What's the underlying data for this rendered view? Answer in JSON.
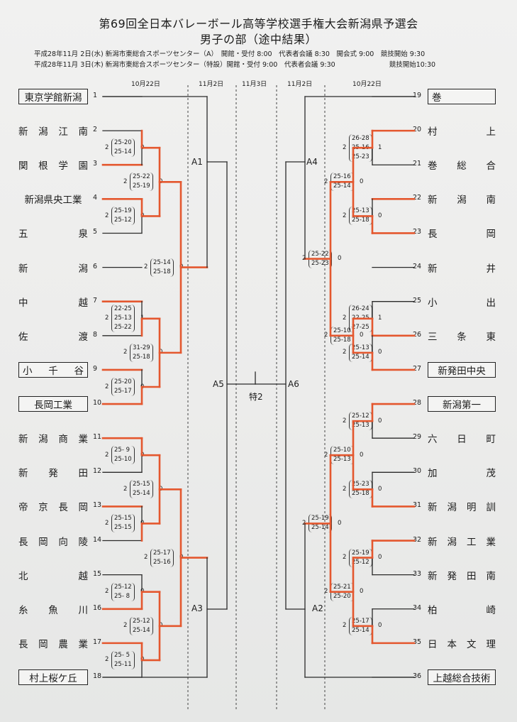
{
  "header": {
    "title_line1": "第69回全日本バレーボール高等学校選手権大会新潟県予選会",
    "title_line2": "男子の部（途中結果）",
    "info_line1": "平成28年11月 2日(水) 新潟市東総合スポーツセンター（A）　開館・受付 8:00　代表者会議 8:30　開会式 9:00　競技開始 9:30",
    "info_line2": "平成28年11月 3日(木) 新潟市東総合スポーツセンター（特設）開館・受付 9:00　代表者会議 9:30　　　　　　　　競技開始10:30"
  },
  "date_headers": [
    "10月22日",
    "11月2日",
    "11月3日",
    "11月2日",
    "10月22日"
  ],
  "left_teams": [
    {
      "seed": "1",
      "name": "東京学館新潟",
      "boxed": true
    },
    {
      "seed": "2",
      "name": "新潟江南",
      "boxed": false
    },
    {
      "seed": "3",
      "name": "関根学園",
      "boxed": false
    },
    {
      "seed": "4",
      "name": "新潟県央工業",
      "boxed": false
    },
    {
      "seed": "5",
      "name": "五泉",
      "boxed": false
    },
    {
      "seed": "6",
      "name": "新潟",
      "boxed": false
    },
    {
      "seed": "7",
      "name": "中越",
      "boxed": false
    },
    {
      "seed": "8",
      "name": "佐渡",
      "boxed": false
    },
    {
      "seed": "9",
      "name": "小千谷",
      "boxed": true
    },
    {
      "seed": "10",
      "name": "長岡工業",
      "boxed": true
    },
    {
      "seed": "11",
      "name": "新潟商業",
      "boxed": false
    },
    {
      "seed": "12",
      "name": "新発田",
      "boxed": false
    },
    {
      "seed": "13",
      "name": "帝京長岡",
      "boxed": false
    },
    {
      "seed": "14",
      "name": "長岡向陵",
      "boxed": false
    },
    {
      "seed": "15",
      "name": "北越",
      "boxed": false
    },
    {
      "seed": "16",
      "name": "糸魚川",
      "boxed": false
    },
    {
      "seed": "17",
      "name": "長岡農業",
      "boxed": false
    },
    {
      "seed": "18",
      "name": "村上桜ケ丘",
      "boxed": true
    }
  ],
  "right_teams": [
    {
      "seed": "19",
      "name": "巻",
      "boxed": true
    },
    {
      "seed": "20",
      "name": "村上",
      "boxed": false
    },
    {
      "seed": "21",
      "name": "巻総合",
      "boxed": false
    },
    {
      "seed": "22",
      "name": "新潟南",
      "boxed": false
    },
    {
      "seed": "23",
      "name": "長岡",
      "boxed": false
    },
    {
      "seed": "24",
      "name": "新井",
      "boxed": false
    },
    {
      "seed": "25",
      "name": "小出",
      "boxed": false
    },
    {
      "seed": "26",
      "name": "三条東",
      "boxed": false
    },
    {
      "seed": "27",
      "name": "新発田中央",
      "boxed": true
    },
    {
      "seed": "28",
      "name": "新潟第一",
      "boxed": true
    },
    {
      "seed": "29",
      "name": "六日町",
      "boxed": false
    },
    {
      "seed": "30",
      "name": "加茂",
      "boxed": false
    },
    {
      "seed": "31",
      "name": "新潟明訓",
      "boxed": false
    },
    {
      "seed": "32",
      "name": "新潟工業",
      "boxed": false
    },
    {
      "seed": "33",
      "name": "新発田南",
      "boxed": false
    },
    {
      "seed": "34",
      "name": "柏崎",
      "boxed": false
    },
    {
      "seed": "35",
      "name": "日本文理",
      "boxed": false
    },
    {
      "seed": "36",
      "name": "上越総合技術",
      "boxed": true
    }
  ],
  "left_matches": [
    {
      "w": "2",
      "sets": [
        "25-20",
        "25-14"
      ],
      "l": "0"
    },
    {
      "w": "2",
      "sets": [
        "25-19",
        "25-12"
      ],
      "l": "0"
    },
    {
      "w": "2",
      "sets": [
        "25-22",
        "25-19"
      ],
      "l": "0"
    },
    {
      "w": "2",
      "sets": [
        "22-25",
        "25-13",
        "25-22"
      ],
      "l": "1"
    },
    {
      "w": "2",
      "sets": [
        "25-20",
        "25-17"
      ],
      "l": "0"
    },
    {
      "w": "2",
      "sets": [
        "31-29",
        "25-18"
      ],
      "l": "0"
    },
    {
      "w": "2",
      "sets": [
        "25-14",
        "25-18"
      ],
      "l": "0"
    },
    {
      "w": "2",
      "sets": [
        "25- 9",
        "25-10"
      ],
      "l": "0"
    },
    {
      "w": "2",
      "sets": [
        "25-15",
        "25-14"
      ],
      "l": "0"
    },
    {
      "w": "2",
      "sets": [
        "25-15",
        "25-15"
      ],
      "l": "0"
    },
    {
      "w": "2",
      "sets": [
        "25-12",
        "25- 8"
      ],
      "l": "0"
    },
    {
      "w": "2",
      "sets": [
        "25- 5",
        "25-11"
      ],
      "l": "0"
    },
    {
      "w": "2",
      "sets": [
        "25-12",
        "25-14"
      ],
      "l": "0"
    },
    {
      "w": "2",
      "sets": [
        "25-17",
        "25-16"
      ],
      "l": "0"
    }
  ],
  "right_matches": [
    {
      "w": "2",
      "sets": [
        "26-28",
        "25-16",
        "25-23"
      ],
      "l": "1"
    },
    {
      "w": "2",
      "sets": [
        "25-13",
        "25-18"
      ],
      "l": "0"
    },
    {
      "w": "2",
      "sets": [
        "25-16",
        "25-14"
      ],
      "l": "0"
    },
    {
      "w": "2",
      "sets": [
        "26-24",
        "22-25",
        "27-25"
      ],
      "l": "1"
    },
    {
      "w": "2",
      "sets": [
        "25-13",
        "25-14"
      ],
      "l": "0"
    },
    {
      "w": "2",
      "sets": [
        "25-10",
        "25-18"
      ],
      "l": "0"
    },
    {
      "w": "2",
      "sets": [
        "25-22",
        "25-23"
      ],
      "l": "0"
    },
    {
      "w": "2",
      "sets": [
        "25-12",
        "25-13"
      ],
      "l": "0"
    },
    {
      "w": "2",
      "sets": [
        "25-23",
        "25-18"
      ],
      "l": "0"
    },
    {
      "w": "2",
      "sets": [
        "25-10",
        "25-13"
      ],
      "l": "0"
    },
    {
      "w": "2",
      "sets": [
        "25-19",
        "25-12"
      ],
      "l": "0"
    },
    {
      "w": "2",
      "sets": [
        "25-17",
        "25-14"
      ],
      "l": "0"
    },
    {
      "w": "2",
      "sets": [
        "25-21",
        "25-20"
      ],
      "l": "0"
    },
    {
      "w": "2",
      "sets": [
        "25-19",
        "25-14"
      ],
      "l": "0"
    }
  ],
  "round_labels": [
    "A1",
    "A3",
    "A5",
    "A4",
    "A2",
    "A6",
    "特2"
  ],
  "colors": {
    "win_line": "#e4572e",
    "bracket_line": "#2a2a2a"
  }
}
